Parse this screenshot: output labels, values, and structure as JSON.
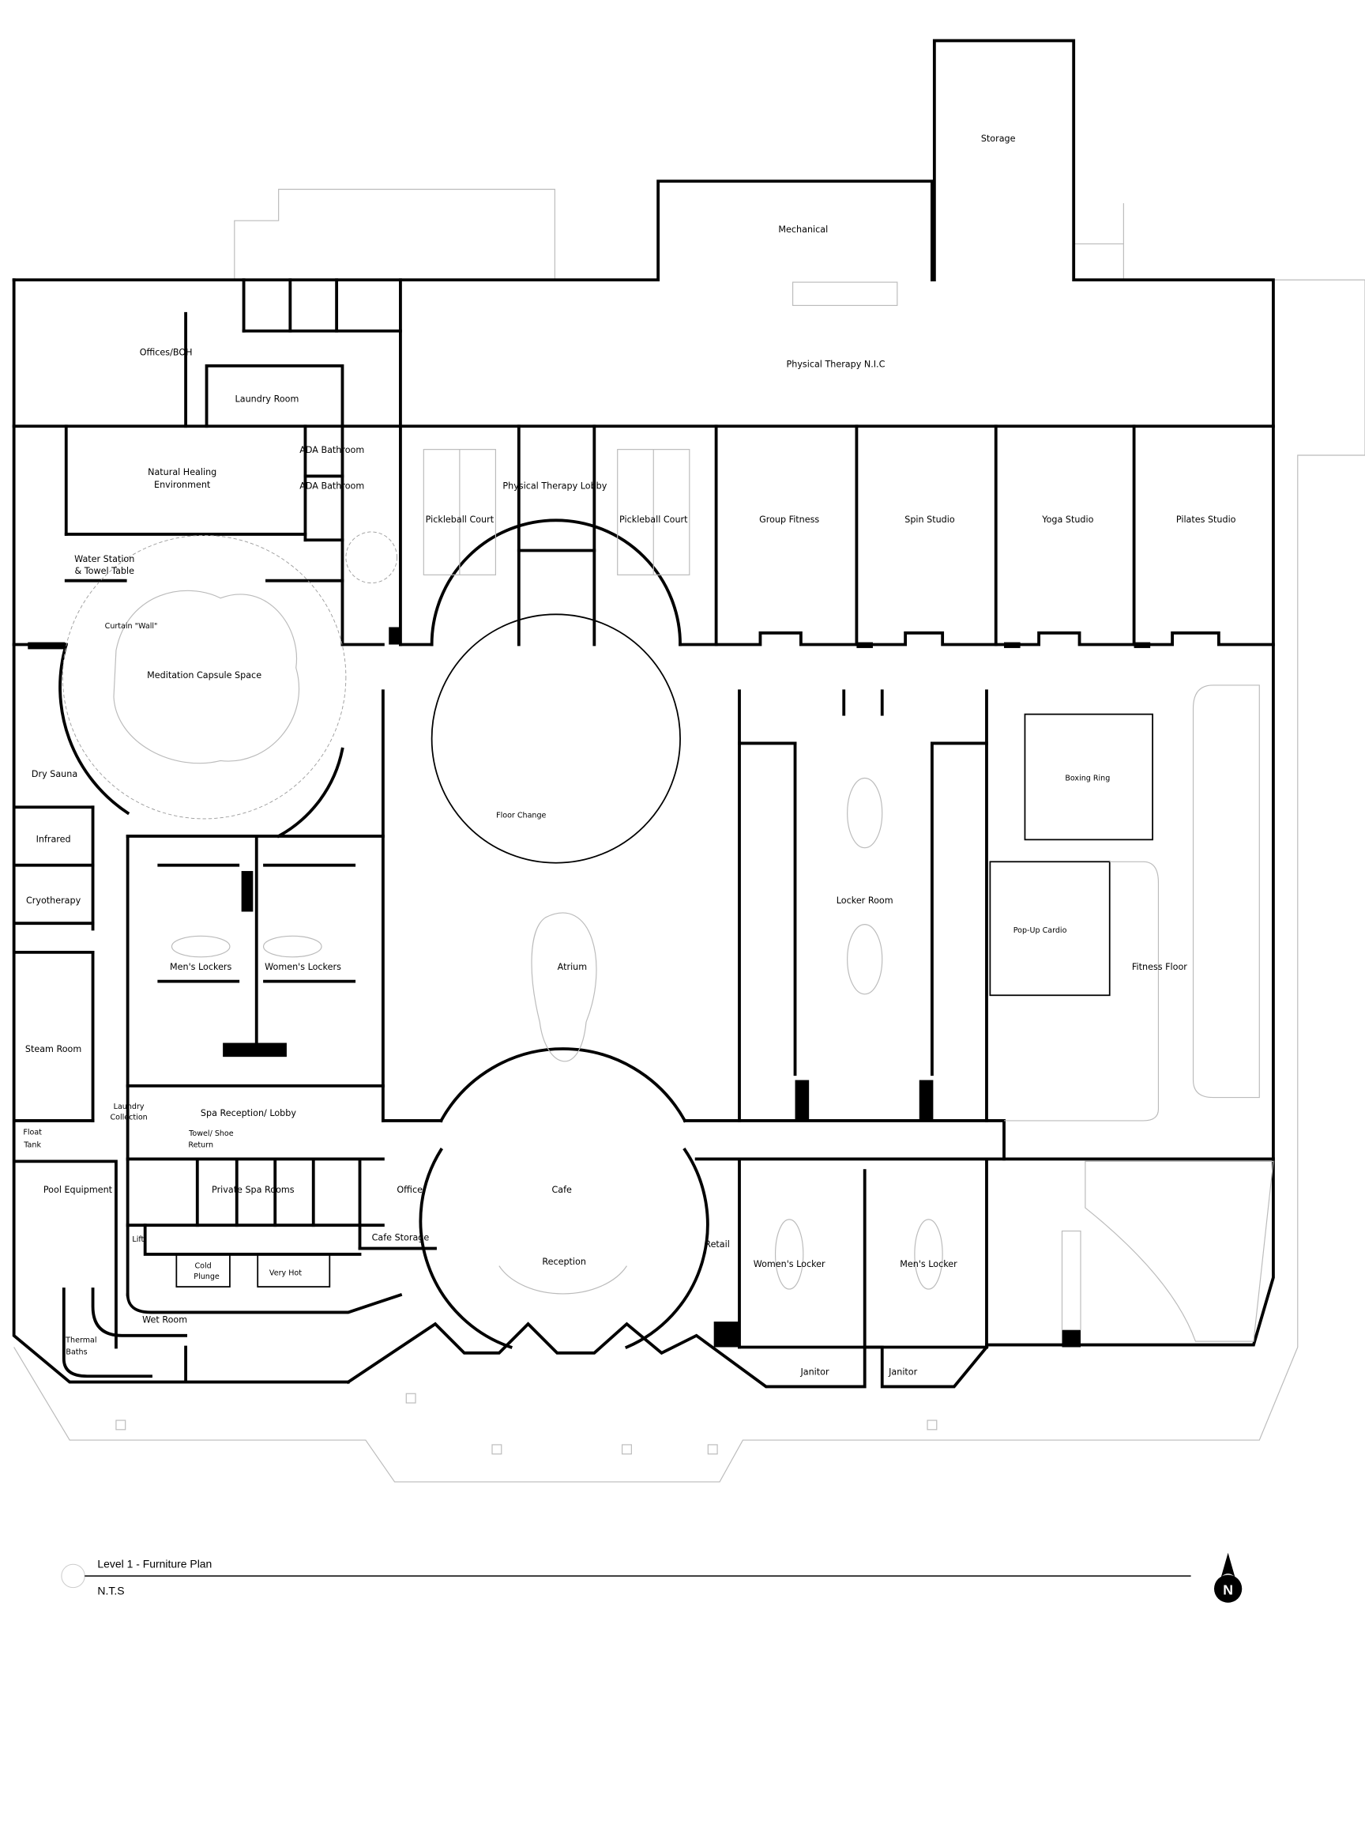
{
  "plan": {
    "title": "Level 1 - Furniture Plan",
    "scale": "N.T.S",
    "north_label": "N"
  },
  "rooms": {
    "storage": "Storage",
    "mechanical": "Mechanical",
    "physical_therapy_nic": "Physical Therapy N.I.C",
    "offices_boh": "Offices/BOH",
    "laundry_room": "Laundry Room",
    "ada_bathroom_1": "ADA Bathroom",
    "ada_bathroom_2": "ADA Bathroom",
    "natural_healing_1": "Natural Healing",
    "natural_healing_2": "Environment",
    "physical_therapy_lobby": "Physical Therapy Lobby",
    "pickleball_court_1": "Pickleball Court",
    "pickleball_court_2": "Pickleball Court",
    "group_fitness": "Group Fitness",
    "spin_studio": "Spin Studio",
    "yoga_studio": "Yoga Studio",
    "pilates_studio": "Pilates Studio",
    "water_station_1": "Water   Station",
    "water_station_2": "& Towel Table",
    "curtain_wall": "Curtain \"Wall\"",
    "meditation_capsule": "Meditation Capsule Space",
    "dry_sauna": "Dry Sauna",
    "boxing_ring": "Boxing Ring",
    "floor_change": "Floor Change",
    "infrared": "Infrared",
    "locker_room": "Locker Room",
    "cryotherapy": "Cryotherapy",
    "pop_up_cardio": "Pop-Up Cardio",
    "mens_lockers": "Men's Lockers",
    "womens_lockers": "Women's Lockers",
    "atrium": "Atrium",
    "fitness_floor": "Fitness Floor",
    "steam_room": "Steam Room",
    "laundry_collection_1": "Laundry",
    "laundry_collection_2": "Collection",
    "spa_reception": "Spa Reception/ Lobby",
    "float_tank_1": "Float",
    "float_tank_2": "Tank",
    "towel_shoe_1": "Towel/ Shoe",
    "towel_shoe_2": "Return",
    "pool_equipment": "Pool Equipment",
    "private_spa_rooms": "Private Spa Rooms",
    "office": "Office",
    "cafe": "Cafe",
    "cafe_storage": "Cafe Storage",
    "retail": "Retail",
    "lift": "Lift",
    "cold_plunge_1": "Cold",
    "cold_plunge_2": "Plunge",
    "very_hot": "Very Hot",
    "reception": "Reception",
    "womens_locker": "Women's Locker",
    "mens_locker": "Men's Locker",
    "wet_room": "Wet Room",
    "thermal_baths_1": "Thermal",
    "thermal_baths_2": "Baths",
    "janitor_1": "Janitor",
    "janitor_2": "Janitor"
  }
}
